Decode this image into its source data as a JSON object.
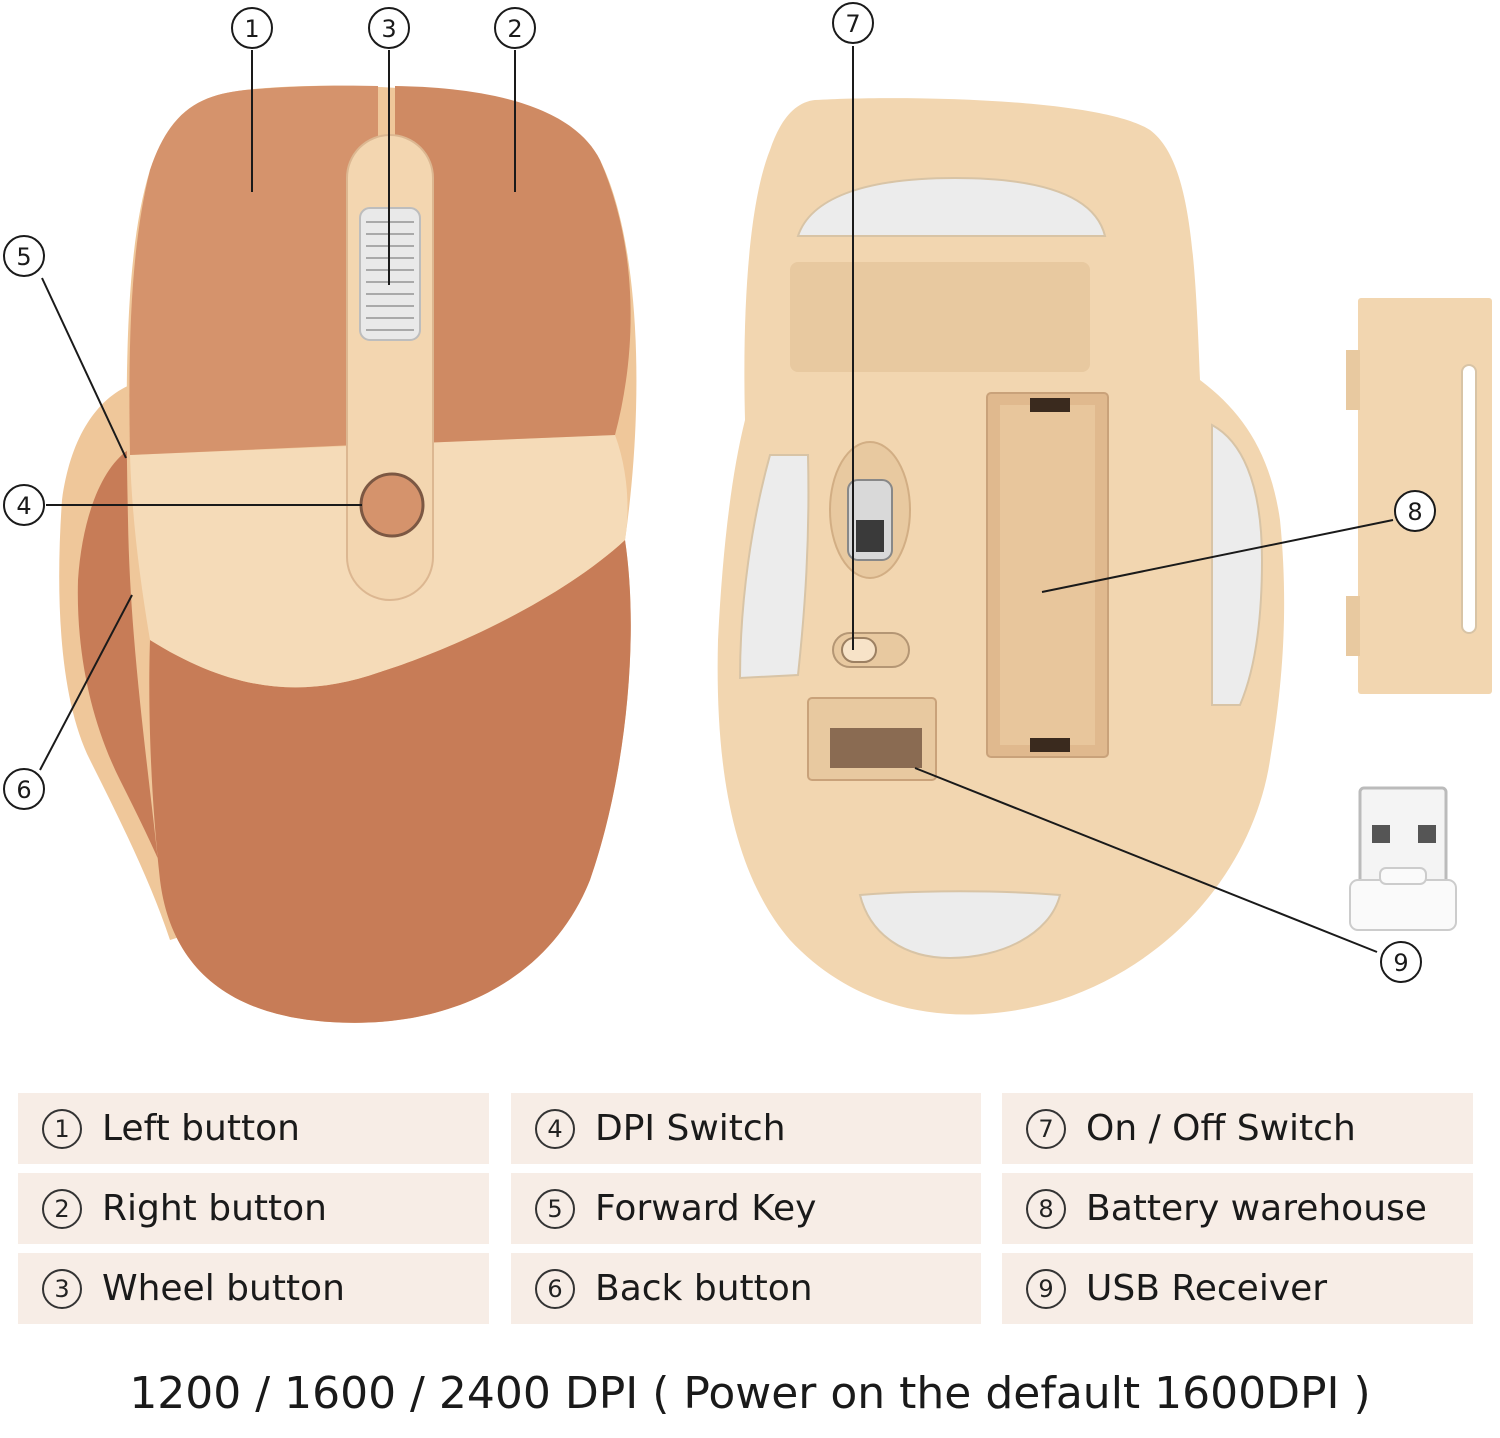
{
  "callouts": [
    {
      "num": "1"
    },
    {
      "num": "2"
    },
    {
      "num": "3"
    },
    {
      "num": "4"
    },
    {
      "num": "5"
    },
    {
      "num": "6"
    },
    {
      "num": "7"
    },
    {
      "num": "8"
    },
    {
      "num": "9"
    }
  ],
  "legend": [
    {
      "num": "1",
      "label": "Left button"
    },
    {
      "num": "2",
      "label": "Right button"
    },
    {
      "num": "3",
      "label": "Wheel button"
    },
    {
      "num": "4",
      "label": "DPI Switch"
    },
    {
      "num": "5",
      "label": "Forward Key"
    },
    {
      "num": "6",
      "label": "Back button"
    },
    {
      "num": "7",
      "label": "On / Off Switch"
    },
    {
      "num": "8",
      "label": "Battery warehouse"
    },
    {
      "num": "9",
      "label": "USB Receiver"
    }
  ],
  "footer": {
    "dpi_note": "1200 / 1600 / 2400 DPI ( Power on the default 1600DPI )"
  },
  "colors": {
    "terracotta": "#cf8a63",
    "beige": "#f1d2ad",
    "leather": "#c77c57",
    "pad": "#eeeeee",
    "legend_bg": "#f7ede6"
  }
}
